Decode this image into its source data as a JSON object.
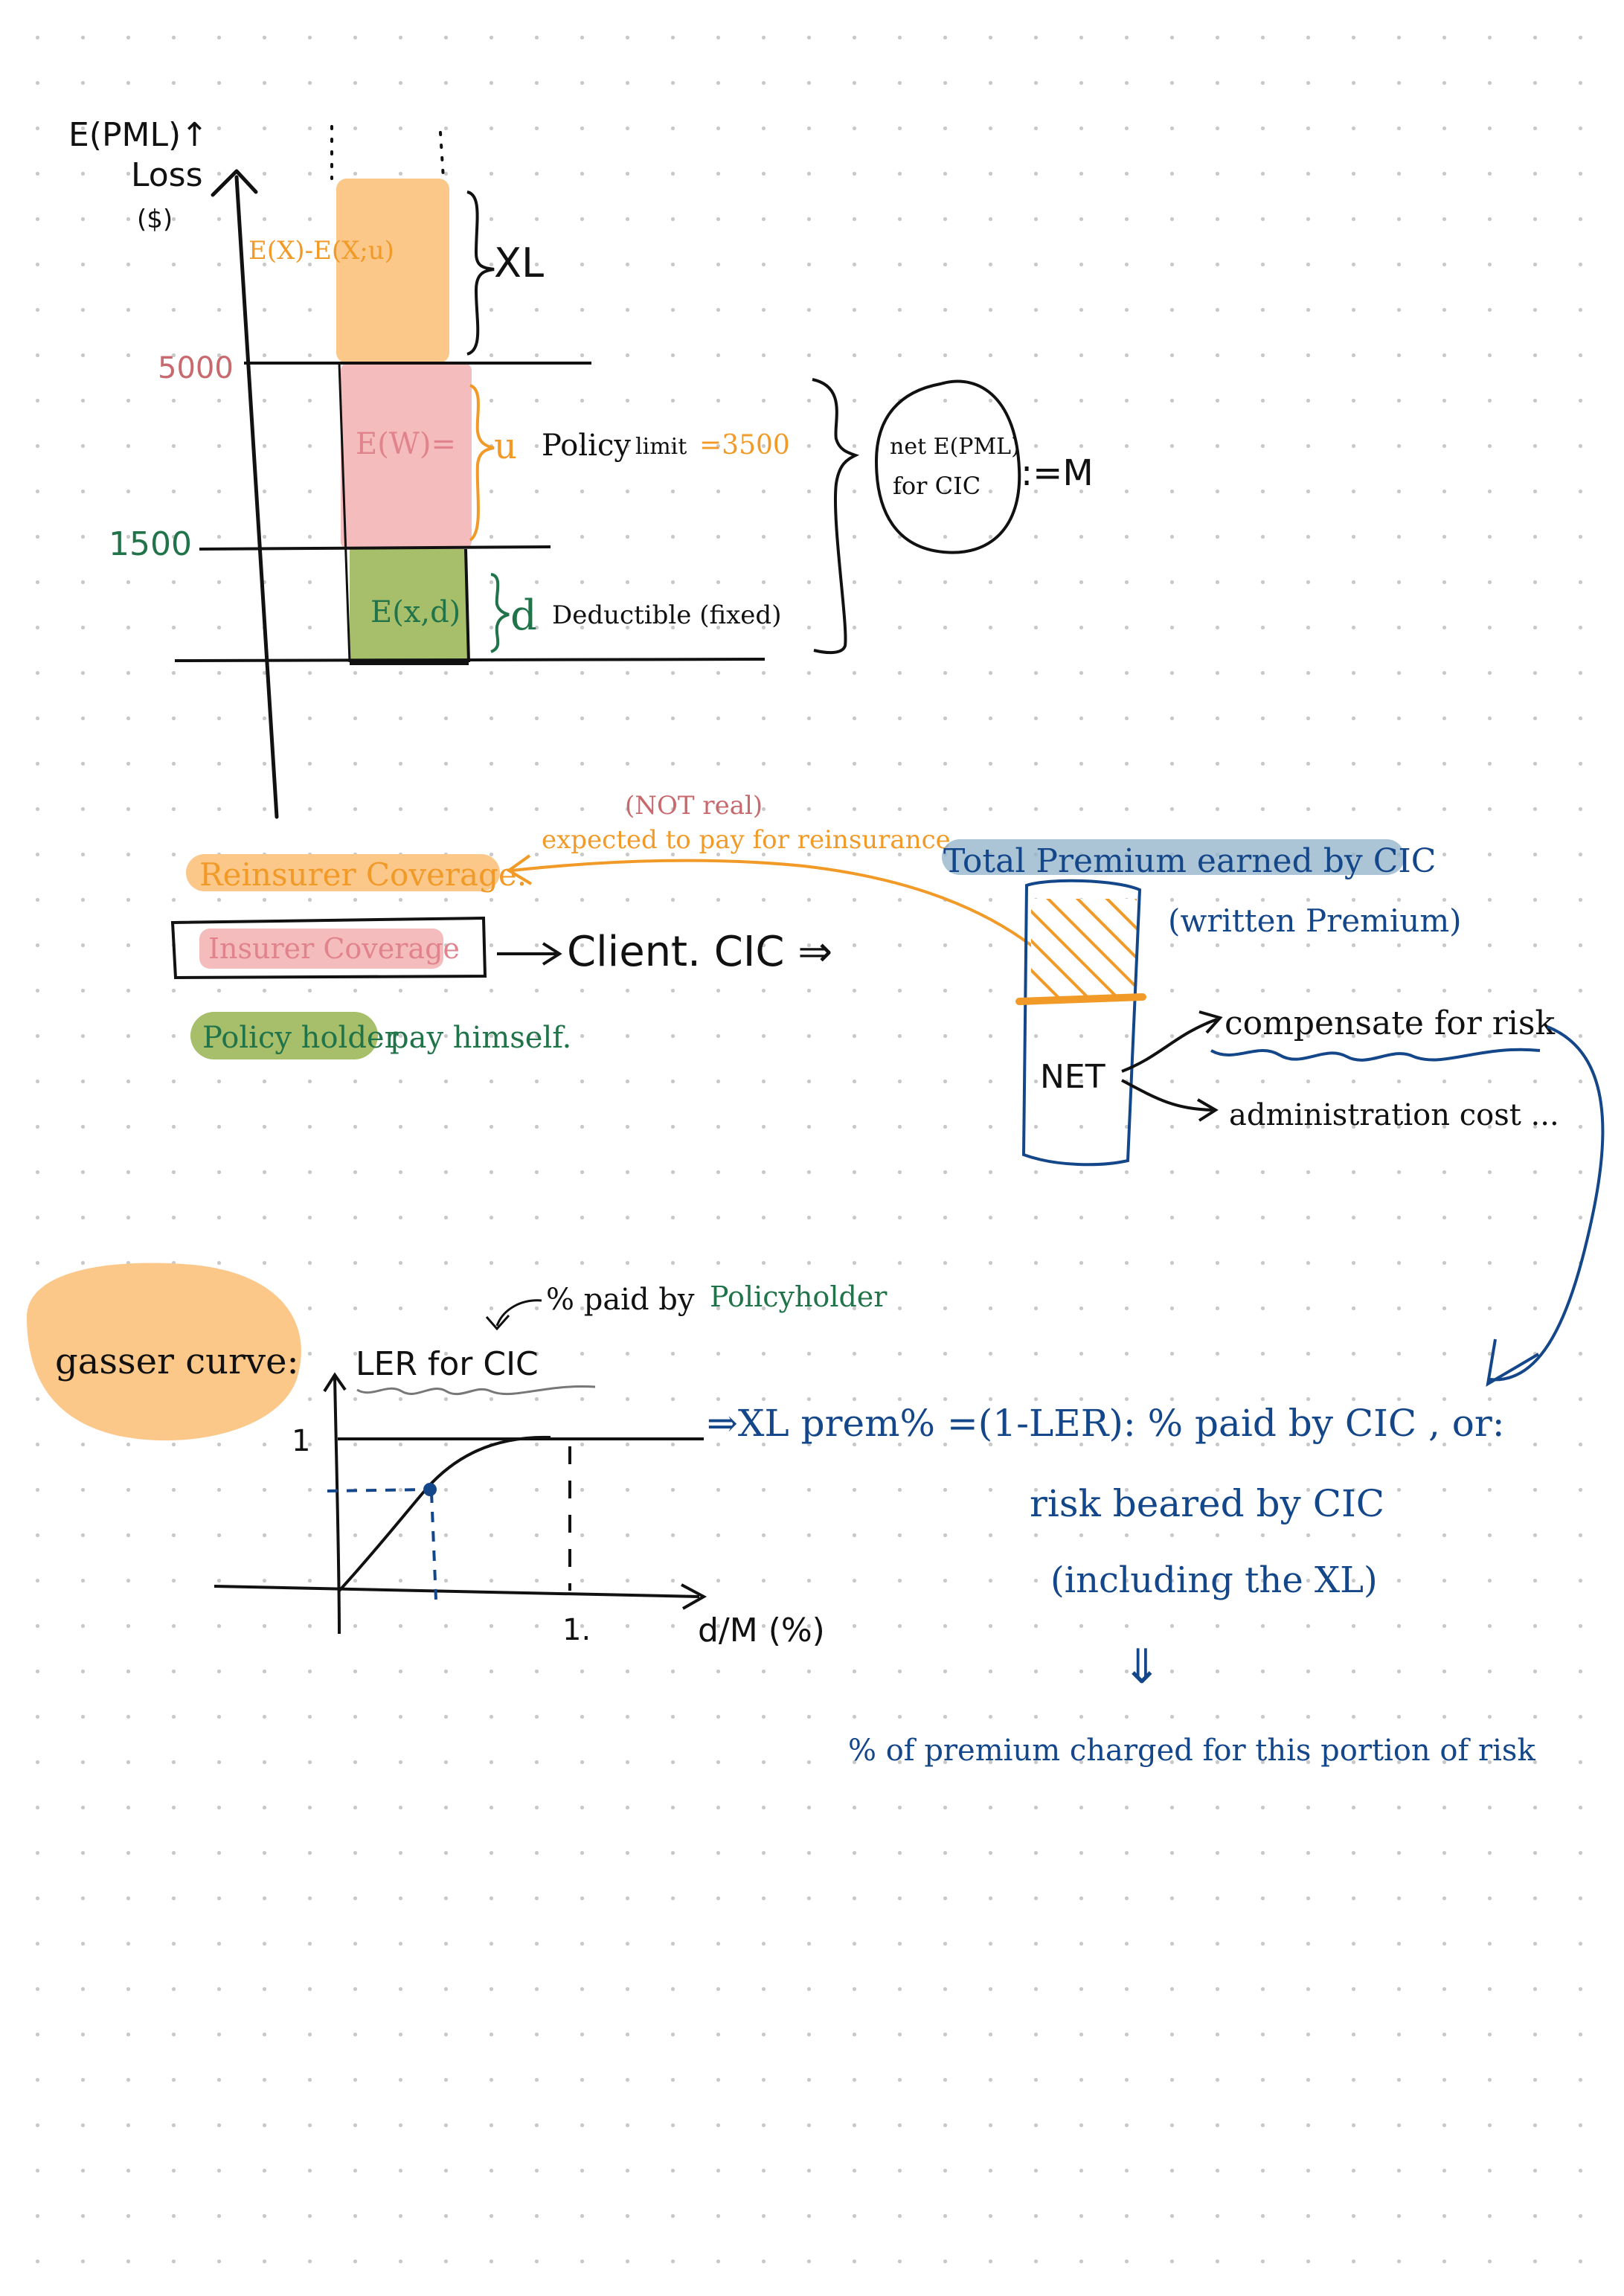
{
  "colors": {
    "ink": "#111111",
    "orange": "#f19a27",
    "orange_fill": "#fbc88a",
    "pink_fill": "#f4bcbd",
    "pink_text": "#e0838c",
    "rose_text": "#c8696e",
    "green_fill": "#a7bf6a",
    "green_text": "#21744a",
    "navy": "#14468a",
    "steel_fill": "#8fb1c8"
  },
  "top_chart": {
    "y_axis_label_1": "E(PML)↑",
    "y_axis_label_2": "Loss",
    "y_axis_label_3": "($)",
    "tick_5000": "5000",
    "tick_1500": "1500",
    "band_xl_label": "E(X)-E(X;u)",
    "band_u_label": "E(W)=",
    "band_d_label": "E(x,d)",
    "xl_label": "XL",
    "u_label": "u",
    "policy_limit_label": "Policy",
    "policy_limit_label_2": "limit",
    "policy_limit_value": "=3500",
    "d_label": "d",
    "deductible_label": "Deductible (fixed)",
    "net_circle_line1": "net E(PML)",
    "net_circle_line2": "for CIC",
    "net_def": ":=M"
  },
  "legend": {
    "reinsurer": "Reinsurer Coverage.",
    "insurer": "Insurer Coverage",
    "client_cic": "Client.  CIC ⇒",
    "policy_holder": "Policy holder",
    "pay_himself": "pay himself."
  },
  "premium": {
    "not_real": "(NOT real)",
    "expected_to_pay": "expected to pay for reinsurance",
    "total_premium": "Total Premium earned by CIC",
    "written_premium": "(written Premium)",
    "net": "NET",
    "compensate": "compensate for risk",
    "admin": "administration cost ..."
  },
  "gasser": {
    "title": "gasser curve:",
    "pct_paid": "% paid by",
    "policyholder": "Policyholder",
    "ler_label": "LER for CIC",
    "y_tick_1": "1",
    "x_tick_1": "1.",
    "x_axis_label": "d/M (%)",
    "formula": "⇒XL prem% =(1-LER):  % paid by CIC , or:",
    "risk_beared": "risk beared by CIC",
    "including": "(including the XL)",
    "down_arrow": "⇓",
    "pct_premium": "% of premium charged for this portion of risk"
  }
}
